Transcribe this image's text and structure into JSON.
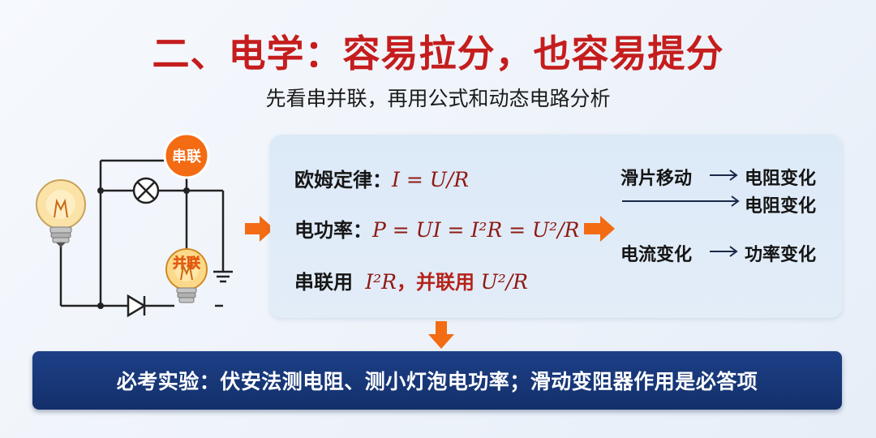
{
  "header": {
    "title": "二、电学：容易拉分，也容易提分",
    "subtitle": "先看串并联，再用公式和动态电路分析"
  },
  "circuit": {
    "series_badge": "串联",
    "parallel_badge": "并联",
    "badge_color": "#f36b13"
  },
  "formulas": {
    "ohm_label": "欧姆定律：",
    "ohm_expr": "I = U/R",
    "power_label": "电功率：",
    "power_expr": "P = UI = I²R = U²/R",
    "usage_series_label": "串联用",
    "usage_series_expr": "I²R",
    "usage_sep": "，",
    "usage_parallel_label": "并联用",
    "usage_parallel_expr": "U²/R"
  },
  "effects": {
    "slider_move": "滑片移动",
    "resistance_change_1": "电阻变化",
    "resistance_change_2": "电阻变化",
    "current_change": "电流变化",
    "power_change": "功率变化"
  },
  "banner": {
    "text": "必考实验：伏安法测电阻、测小灯泡电功率；滑动变阻器作用是必答项"
  },
  "colors": {
    "title_red": "#c51d1d",
    "accent_orange": "#f36b13",
    "formula_red": "#8e1a12",
    "banner_navy": "#1c3f86",
    "panel_blue": "#dce9f7"
  }
}
